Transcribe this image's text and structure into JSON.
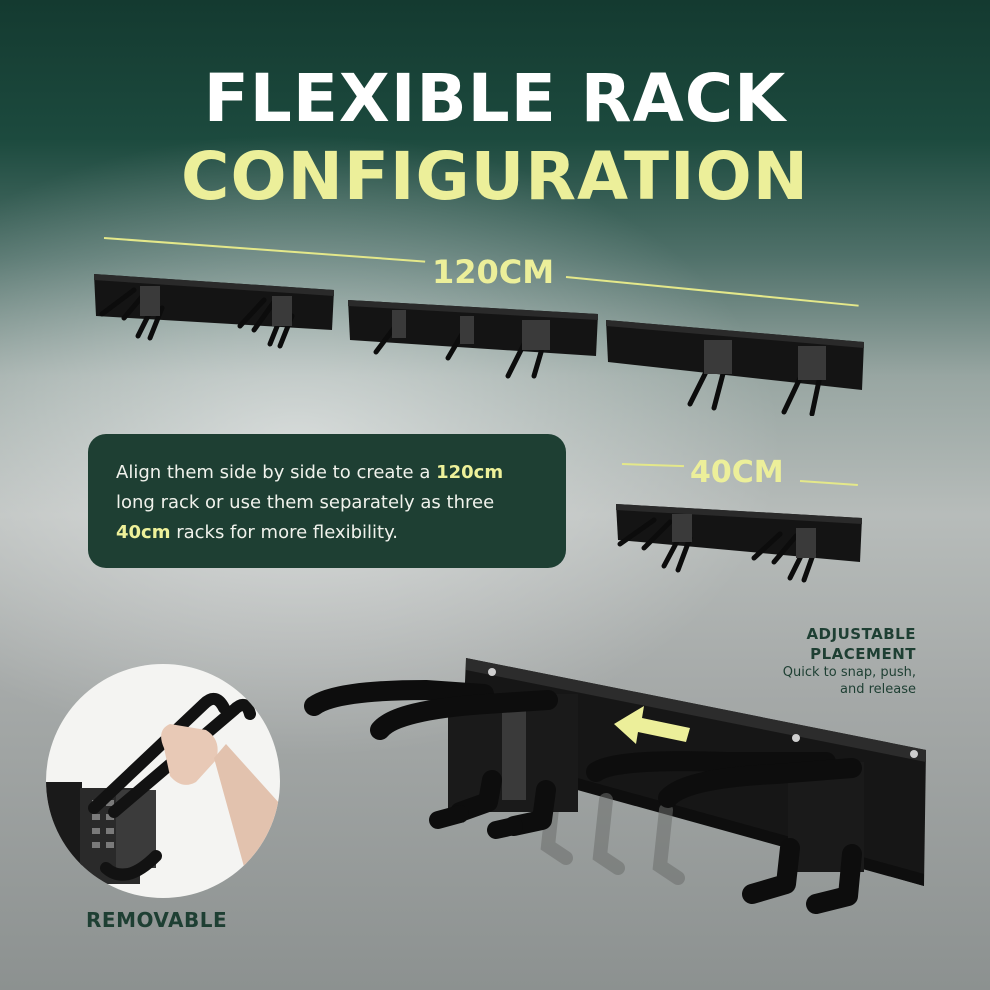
{
  "heading": {
    "line1": "FLEXIBLE RACK",
    "line2": "CONFIGURATION"
  },
  "dimensions": {
    "long": "120CM",
    "short": "40CM"
  },
  "info": {
    "text_a": "Align them side by side to create a ",
    "bold_a": "120cm",
    "text_b": " long rack or use them separately as three ",
    "bold_b": "40cm",
    "text_c": " racks for more flexibility."
  },
  "adjustable": {
    "title_line1": "ADJUSTABLE",
    "title_line2": "PLACEMENT",
    "sub_line1": "Quick to snap, push,",
    "sub_line2": "and release"
  },
  "removable_label": "REMOVABLE",
  "colors": {
    "dark_green": "#1e3f33",
    "accent_yellow": "#ecef9a",
    "rack_black": "#141414"
  }
}
